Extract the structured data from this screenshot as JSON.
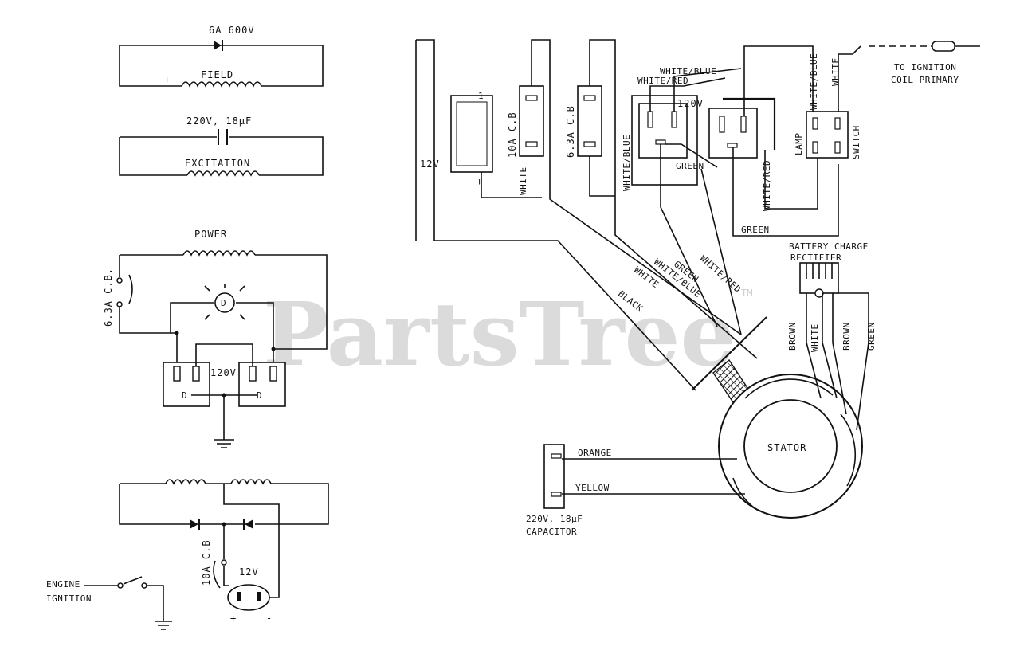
{
  "watermark": {
    "text": "PartsTree",
    "tm": "TM"
  },
  "left_schematics": {
    "diode_rating": "6A 600V",
    "field_label": "FIELD",
    "field_plus": "+",
    "field_minus": "-",
    "capacitor_rating": "220V, 18μF",
    "excitation_label": "EXCITATION",
    "power_label": "POWER",
    "breaker_63": "6.3A C.B.",
    "lamp_symbol": "D",
    "outlet_voltage": "120V",
    "outlet_pin_a": "D",
    "outlet_pin_b": "D",
    "breaker_10": "10A C.B",
    "outlet_12v": "12V",
    "plus_sign": "+",
    "minus_sign": "-",
    "engine_label": "ENGINE",
    "ignition_label": "IGNITION"
  },
  "wiring": {
    "outlet_12v": "12V",
    "outlet_12v_plus": "+",
    "outlet_12v_num": "1",
    "breaker_10": "10A C.B",
    "breaker_63": "6.3A C.B",
    "outlet_120v": "120V",
    "white_blue_1": "WHITE/BLUE",
    "white_red_1": "WHITE/RED",
    "white_1": "WHITE",
    "white_blue_2": "WHITE/BLUE",
    "green_1": "GREEN",
    "white_red_2": "WHITE/RED",
    "green_2": "GREEN",
    "lamp": "LAMP",
    "lamp_wire": "WHITE/BLUE",
    "switch": "SWITCH",
    "switch_wire": "WHITE",
    "ignition_note_1": "TO IGNITION",
    "ignition_note_2": "COIL PRIMARY",
    "bundle_green": "GREEN",
    "bundle_white_blue": "WHITE/BLUE",
    "bundle_white": "WHITE",
    "bundle_black": "BLACK",
    "bundle_white_red": "WHITE/RED",
    "rectifier_1": "BATTERY CHARGE",
    "rectifier_2": "RECTIFIER",
    "brown_1": "BROWN",
    "white_r": "WHITE",
    "brown_2": "BROWN",
    "green_r": "GREEN",
    "stator": "STATOR",
    "orange": "ORANGE",
    "yellow": "YELLOW",
    "cap_1": "220V, 18μF",
    "cap_2": "CAPACITOR"
  }
}
